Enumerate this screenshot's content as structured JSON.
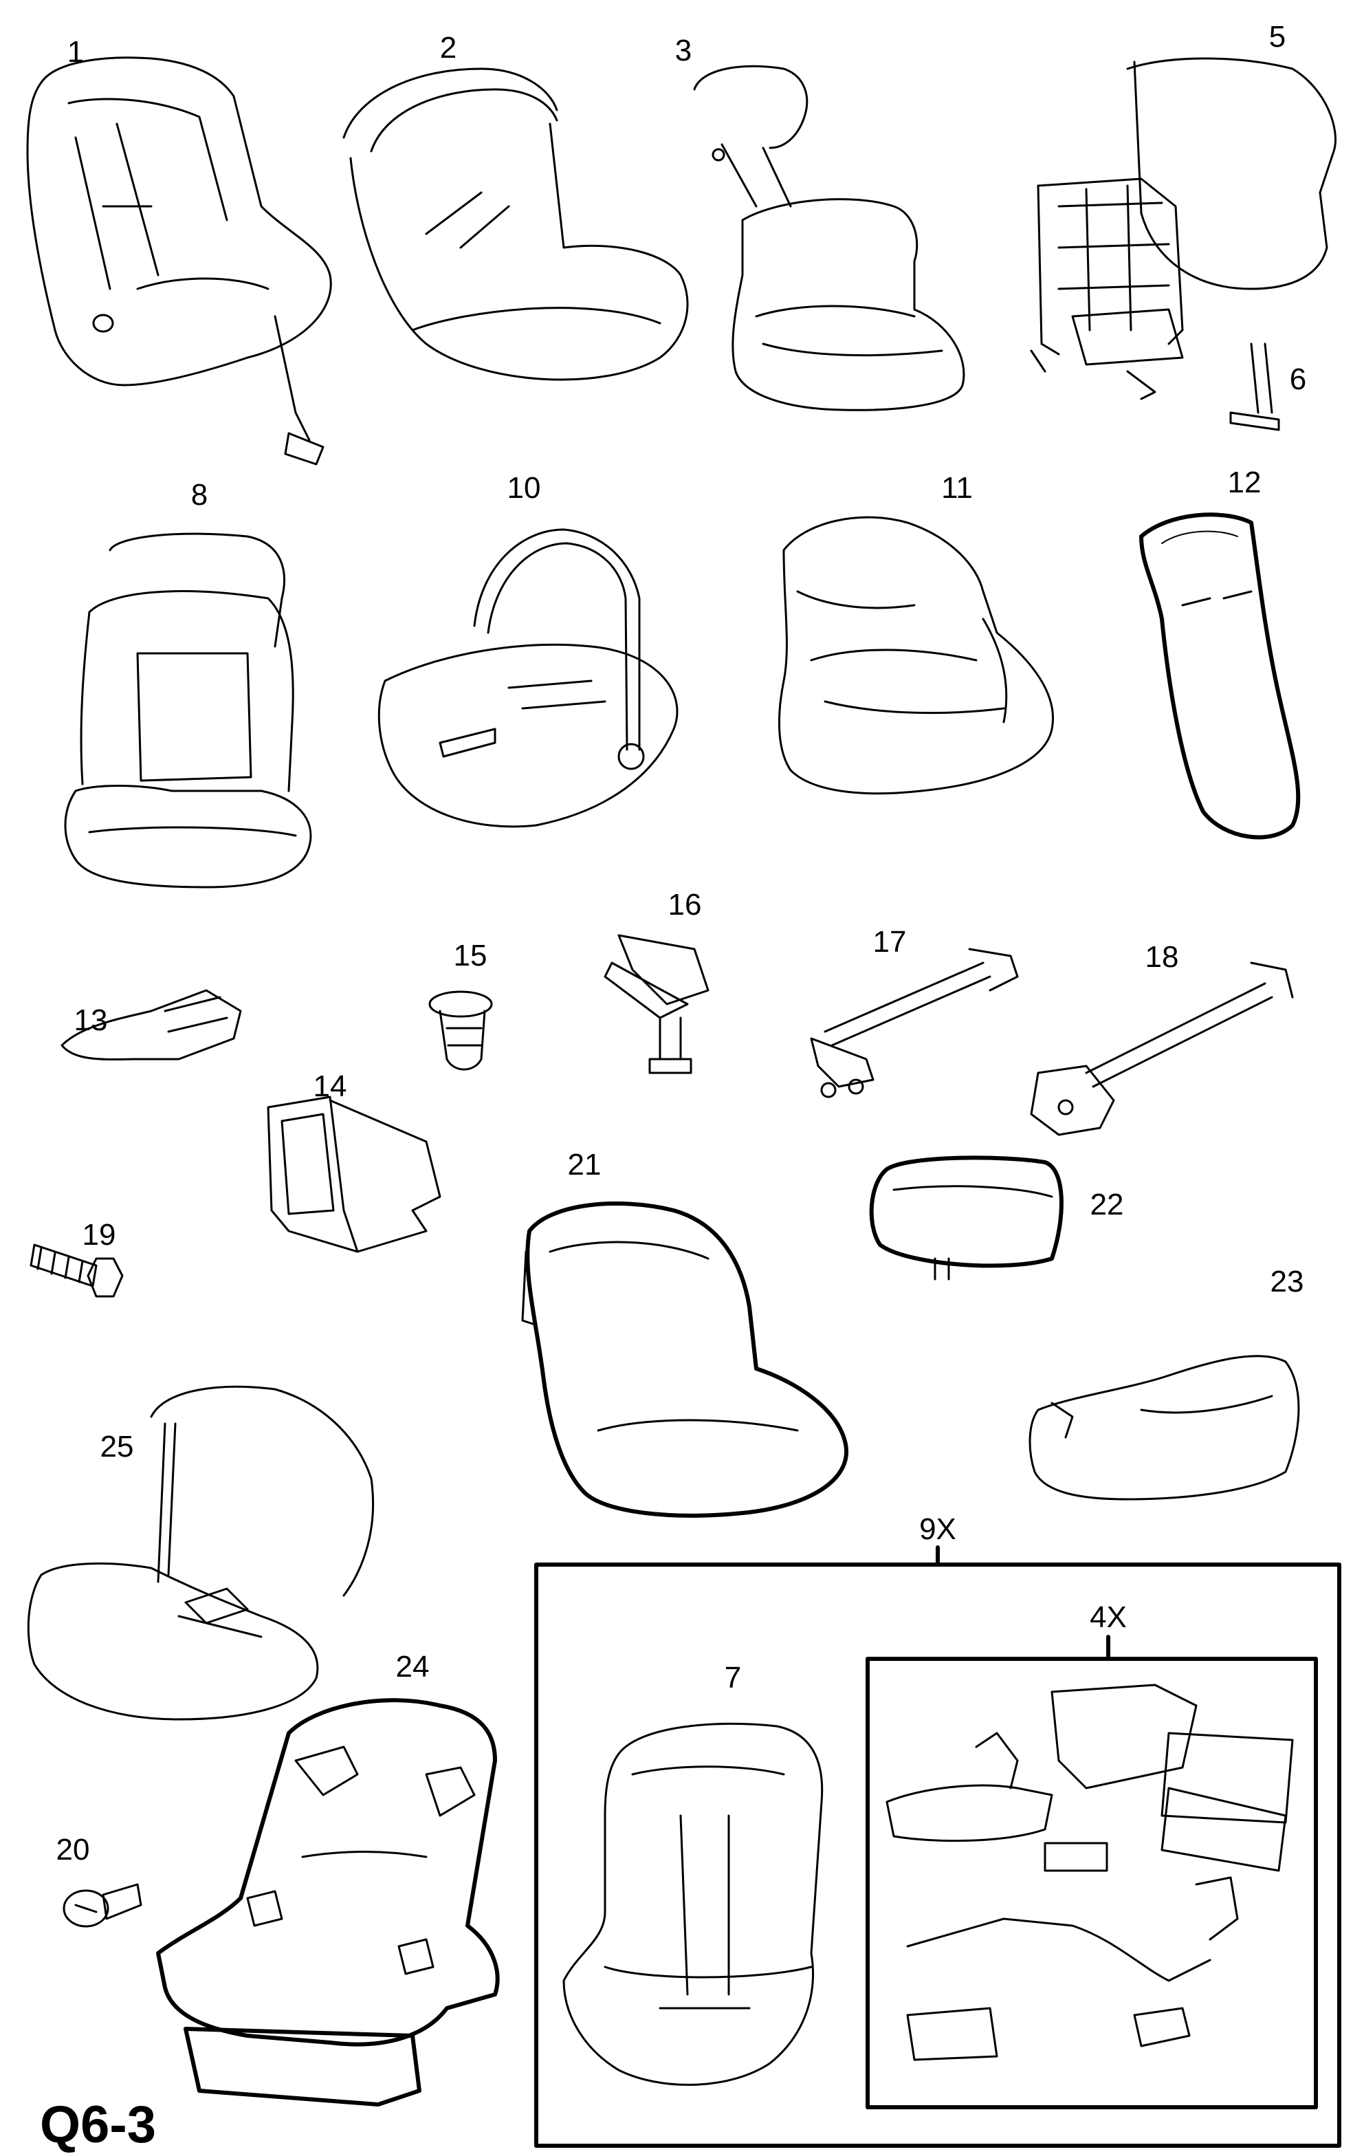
{
  "diagram": {
    "code": "Q6-3",
    "callouts": [
      {
        "id": "1",
        "label": "1"
      },
      {
        "id": "2",
        "label": "2"
      },
      {
        "id": "3",
        "label": "3"
      },
      {
        "id": "5",
        "label": "5"
      },
      {
        "id": "6",
        "label": "6"
      },
      {
        "id": "8",
        "label": "8"
      },
      {
        "id": "10",
        "label": "10"
      },
      {
        "id": "11",
        "label": "11"
      },
      {
        "id": "12",
        "label": "12"
      },
      {
        "id": "13",
        "label": "13"
      },
      {
        "id": "14",
        "label": "14"
      },
      {
        "id": "15",
        "label": "15"
      },
      {
        "id": "16",
        "label": "16"
      },
      {
        "id": "17",
        "label": "17"
      },
      {
        "id": "18",
        "label": "18"
      },
      {
        "id": "19",
        "label": "19"
      },
      {
        "id": "20",
        "label": "20"
      },
      {
        "id": "21",
        "label": "21"
      },
      {
        "id": "22",
        "label": "22"
      },
      {
        "id": "23",
        "label": "23"
      },
      {
        "id": "24",
        "label": "24"
      },
      {
        "id": "25",
        "label": "25"
      },
      {
        "id": "9x",
        "label": "9X"
      },
      {
        "id": "4x",
        "label": "4X"
      },
      {
        "id": "7",
        "label": "7"
      }
    ]
  }
}
